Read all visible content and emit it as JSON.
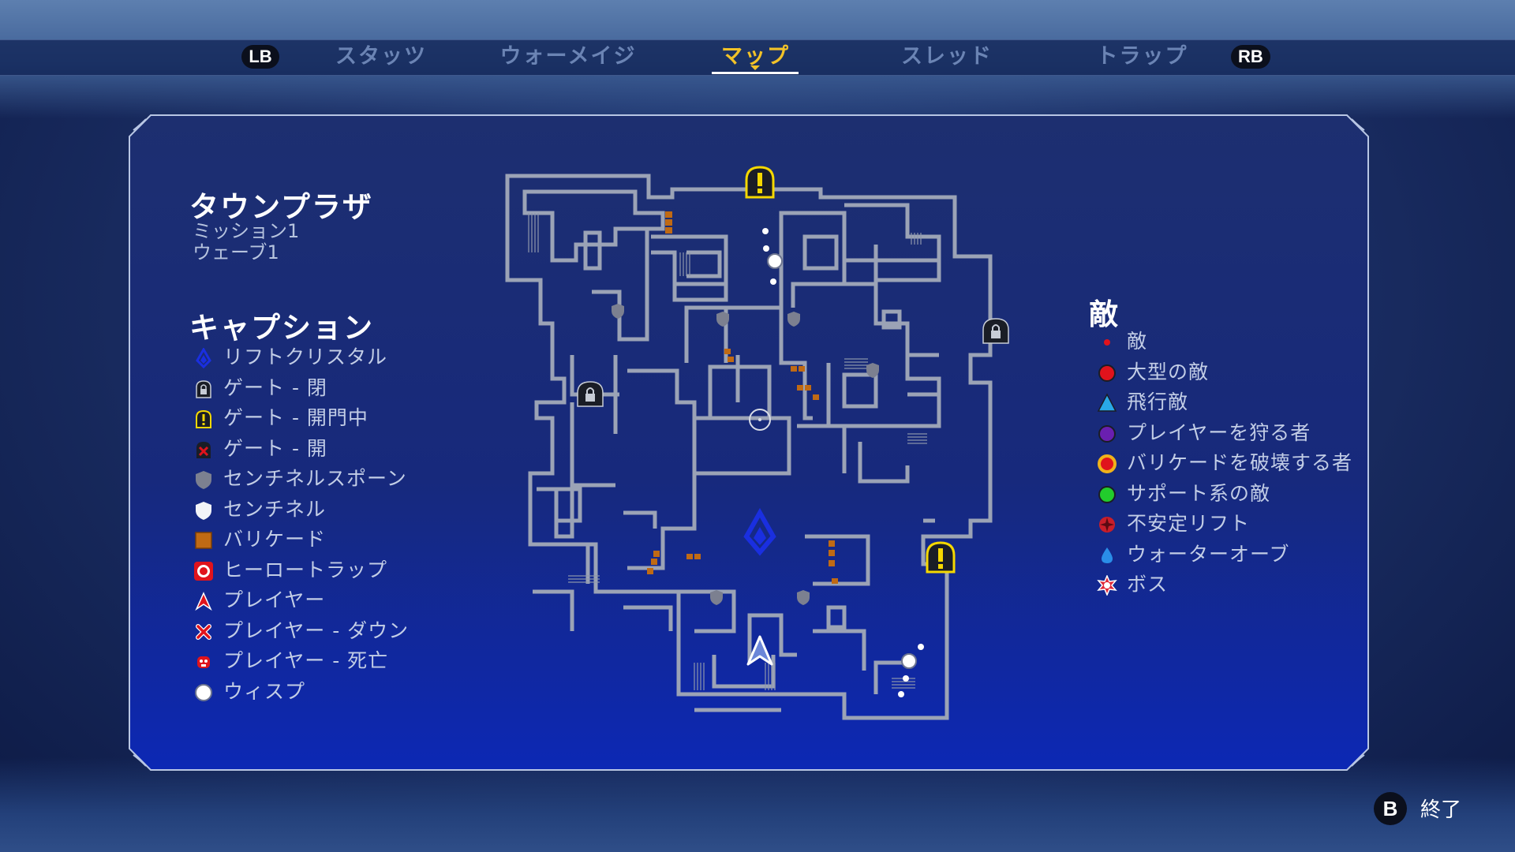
{
  "nav": {
    "left_bumper": "LB",
    "right_bumper": "RB",
    "tabs": [
      {
        "label": "スタッツ",
        "active": false
      },
      {
        "label": "ウォーメイジ",
        "active": false
      },
      {
        "label": "マップ",
        "active": true
      },
      {
        "label": "スレッド",
        "active": false
      },
      {
        "label": "トラップ",
        "active": false
      }
    ]
  },
  "level": {
    "title": "タウンプラザ",
    "mission": "ミッション1",
    "wave": "ウェーブ1"
  },
  "caption": {
    "title": "キャプション",
    "items": [
      {
        "label": "リフトクリスタル",
        "icon": "rift-crystal-icon"
      },
      {
        "label": "ゲート - 閉",
        "icon": "gate-closed-icon"
      },
      {
        "label": "ゲート - 開門中",
        "icon": "gate-opening-icon"
      },
      {
        "label": "ゲート - 開",
        "icon": "gate-open-icon"
      },
      {
        "label": "センチネルスポーン",
        "icon": "sentinel-spawn-icon"
      },
      {
        "label": "センチネル",
        "icon": "sentinel-icon"
      },
      {
        "label": "バリケード",
        "icon": "barricade-icon"
      },
      {
        "label": "ヒーロートラップ",
        "icon": "hero-trap-icon"
      },
      {
        "label": "プレイヤー",
        "icon": "player-icon"
      },
      {
        "label": "プレイヤー - ダウン",
        "icon": "player-down-icon"
      },
      {
        "label": "プレイヤー - 死亡",
        "icon": "player-dead-icon"
      },
      {
        "label": "ウィスプ",
        "icon": "wisp-icon"
      }
    ]
  },
  "enemies": {
    "title": "敵",
    "items": [
      {
        "label": "敵",
        "icon": "enemy-dot-icon",
        "color": "#e0131c"
      },
      {
        "label": "大型の敵",
        "icon": "large-enemy-icon",
        "color": "#e0131c"
      },
      {
        "label": "飛行敵",
        "icon": "flying-enemy-icon",
        "color": "#29a8e8"
      },
      {
        "label": "プレイヤーを狩る者",
        "icon": "player-hunter-icon",
        "color": "#6a1fb0"
      },
      {
        "label": "バリケードを破壊する者",
        "icon": "barricade-breaker-icon",
        "color": "#f0b21a"
      },
      {
        "label": "サポート系の敵",
        "icon": "support-enemy-icon",
        "color": "#22cc2c"
      },
      {
        "label": "不安定リフト",
        "icon": "unstable-rift-icon",
        "color": "#c81e2a"
      },
      {
        "label": "ウォーターオーブ",
        "icon": "water-orb-icon",
        "color": "#2a8ee8"
      },
      {
        "label": "ボス",
        "icon": "boss-icon",
        "color": "#e02a3a"
      }
    ]
  },
  "footer": {
    "button": "B",
    "exit_label": "終了"
  },
  "colors": {
    "accent": "#f2c228",
    "map_wall": "#9ba3b6",
    "rift_crystal": "#1a2fe0",
    "gate_opening": "#f5d800"
  }
}
